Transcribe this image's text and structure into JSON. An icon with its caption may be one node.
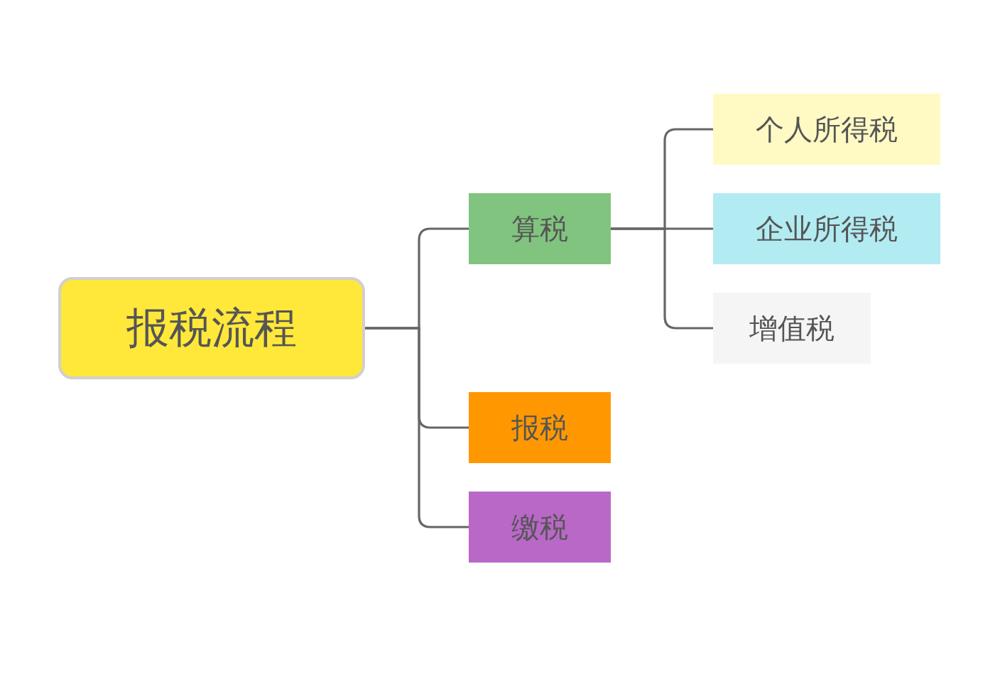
{
  "diagram": {
    "nodes": [
      {
        "text": [
          "报税流程"
        ]
      },
      {
        "text": [
          "算税"
        ]
      },
      {
        "text": [
          "个人所得税"
        ]
      },
      {
        "text": [
          "企业所得税"
        ]
      },
      {
        "text": [
          "增值税"
        ]
      },
      {
        "text": [
          "报税"
        ]
      },
      {
        "text": [
          "缴税"
        ]
      }
    ],
    "edges": [
      {
        "from": 0,
        "to": 1,
        "arrow": "none"
      },
      {
        "from": 1,
        "to": 2,
        "arrow": "none"
      },
      {
        "from": 1,
        "to": 3,
        "arrow": "none"
      },
      {
        "from": 1,
        "to": 4,
        "arrow": "none"
      },
      {
        "from": 0,
        "to": 5,
        "arrow": "none"
      },
      {
        "from": 0,
        "to": 6,
        "arrow": "none"
      }
    ]
  }
}
